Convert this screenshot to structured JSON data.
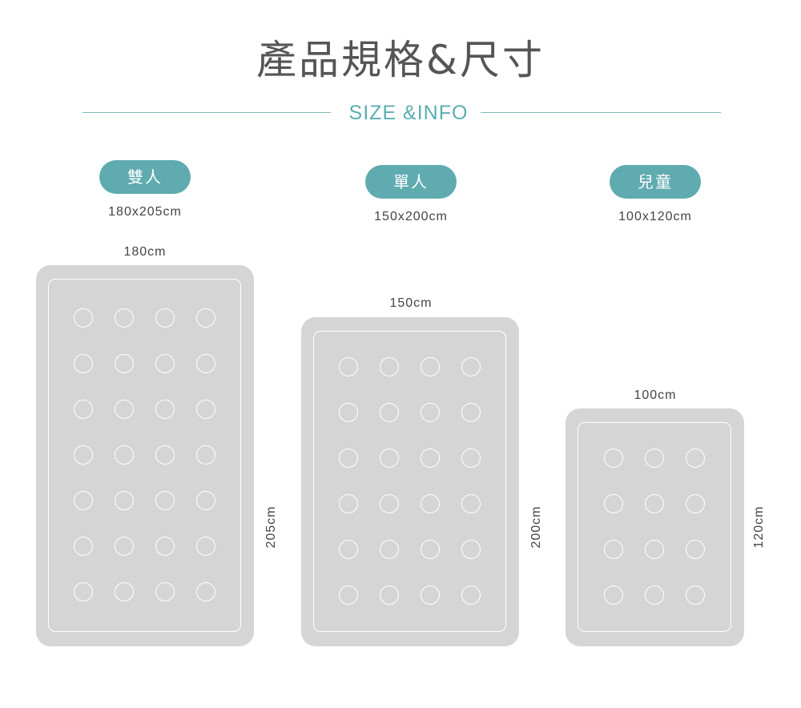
{
  "header": {
    "title": "產品規格&尺寸",
    "subtitle": "SIZE &INFO"
  },
  "colors": {
    "accent": "#5fabaf",
    "mattress": "#d5d5d5",
    "line": "#7fb9ba"
  },
  "products": [
    {
      "name": "雙人",
      "size": "180x205cm",
      "width_label": "180cm",
      "length_label": "205cm",
      "cols": 4,
      "rows": 7
    },
    {
      "name": "單人",
      "size": "150x200cm",
      "width_label": "150cm",
      "length_label": "200cm",
      "cols": 4,
      "rows": 6
    },
    {
      "name": "兒童",
      "size": "100x120cm",
      "width_label": "100cm",
      "length_label": "120cm",
      "cols": 3,
      "rows": 4
    }
  ]
}
